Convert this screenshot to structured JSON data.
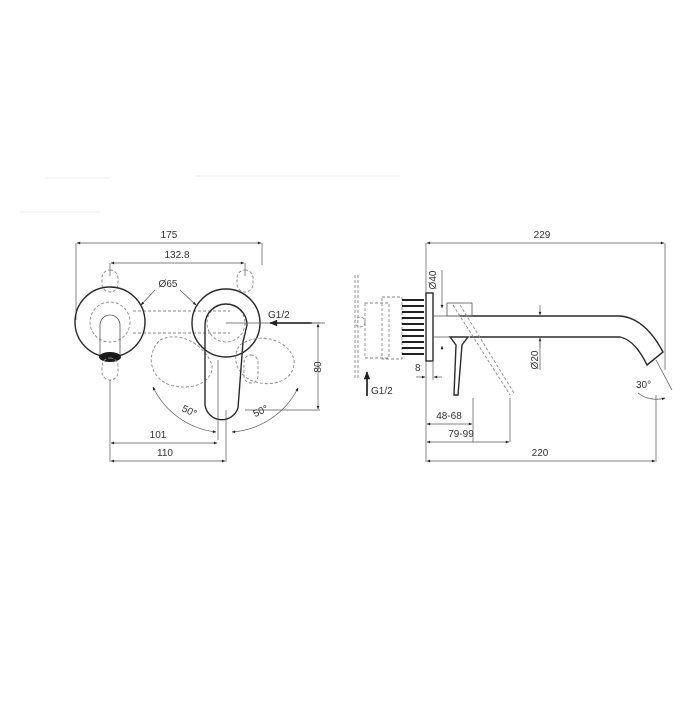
{
  "drawing": {
    "type": "technical dimension drawing",
    "subject": "wall-mounted single-lever basin mixer (two-piece) with spout",
    "units": "mm"
  },
  "front_view": {
    "dimensions": {
      "overall_width": "175",
      "fixing_centers": "132.8",
      "rosette_diameter": "Ø65",
      "inlet_thread": "G1/2",
      "lever_height": "80",
      "lever_rotation_left": "50°",
      "lever_rotation_right": "50°",
      "spout_to_lever_axis": "101",
      "spout_to_lever_edge": "110"
    }
  },
  "side_view": {
    "dimensions": {
      "overall_length": "229",
      "flange_diameter": "Ø40",
      "flange_thickness": "8",
      "inlet_thread": "G1/2",
      "spout_diameter": "Ø20",
      "outlet_angle": "30°",
      "lever_projection_min": "48-68",
      "lever_projection_max": "79-99",
      "spout_projection": "220"
    }
  },
  "colors": {
    "background": "#ffffff",
    "line": "#2a2a2a",
    "hidden_line": "#8a8a8a",
    "text": "#333333"
  }
}
